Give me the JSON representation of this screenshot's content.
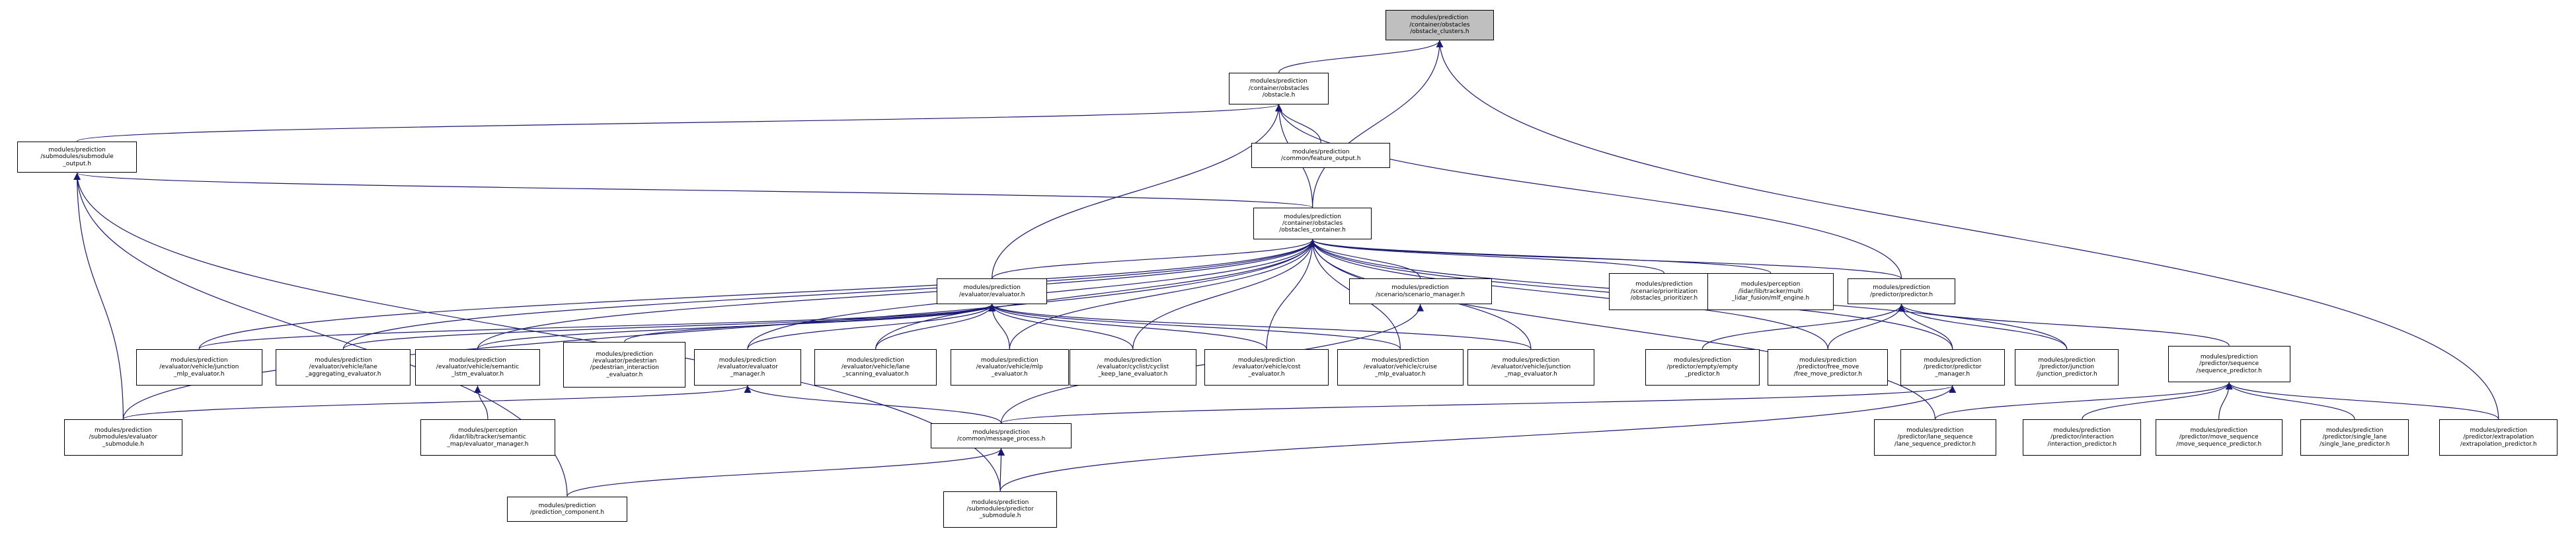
{
  "colors": {
    "edge": "#191970",
    "node_border": "#000000",
    "root_fill": "#bfbfbf",
    "node_fill": "#ffffff"
  },
  "nodes": {
    "root": [
      "modules/prediction",
      "/container/obstacles",
      "/obstacle_clusters.h"
    ],
    "obstacle": [
      "modules/prediction",
      "/container/obstacles",
      "/obstacle.h"
    ],
    "submodule_output": [
      "modules/prediction",
      "/submodules/submodule",
      "_output.h"
    ],
    "feature_output": [
      "modules/prediction",
      "/common/feature_output.h"
    ],
    "obstacles_container": [
      "modules/prediction",
      "/container/obstacles",
      "/obstacles_container.h"
    ],
    "evaluator": [
      "modules/prediction",
      "/evaluator/evaluator.h"
    ],
    "scenario_manager": [
      "modules/prediction",
      "/scenario/scenario_manager.h"
    ],
    "obstacles_prioritizer": [
      "modules/prediction",
      "/scenario/prioritization",
      "/obstacles_prioritizer.h"
    ],
    "mlf_engine": [
      "modules/perception",
      "/lidar/lib/tracker/multi",
      "_lidar_fusion/mlf_engine.h"
    ],
    "predictor": [
      "modules/prediction",
      "/predictor/predictor.h"
    ],
    "junction_mlp": [
      "modules/prediction",
      "/evaluator/vehicle/junction",
      "_mlp_evaluator.h"
    ],
    "lane_aggregating": [
      "modules/prediction",
      "/evaluator/vehicle/lane",
      "_aggregating_evaluator.h"
    ],
    "semantic_lstm": [
      "modules/prediction",
      "/evaluator/vehicle/semantic",
      "_lstm_evaluator.h"
    ],
    "pedestrian_interaction": [
      "modules/prediction",
      "/evaluator/pedestrian",
      "/pedestrian_interaction",
      "_evaluator.h"
    ],
    "evaluator_manager": [
      "modules/prediction",
      "/evaluator/evaluator",
      "_manager.h"
    ],
    "lane_scanning": [
      "modules/prediction",
      "/evaluator/vehicle/lane",
      "_scanning_evaluator.h"
    ],
    "mlp_evaluator": [
      "modules/prediction",
      "/evaluator/vehicle/mlp",
      "_evaluator.h"
    ],
    "cyclist_keep_lane": [
      "modules/prediction",
      "/evaluator/cyclist/cyclist",
      "_keep_lane_evaluator.h"
    ],
    "cost_evaluator": [
      "modules/prediction",
      "/evaluator/vehicle/cost",
      "_evaluator.h"
    ],
    "cruise_mlp": [
      "modules/prediction",
      "/evaluator/vehicle/cruise",
      "_mlp_evaluator.h"
    ],
    "junction_map": [
      "modules/prediction",
      "/evaluator/vehicle/junction",
      "_map_evaluator.h"
    ],
    "empty_predictor": [
      "modules/prediction",
      "/predictor/empty/empty",
      "_predictor.h"
    ],
    "free_move": [
      "modules/prediction",
      "/predictor/free_move",
      "/free_move_predictor.h"
    ],
    "predictor_manager": [
      "modules/prediction",
      "/predictor/predictor",
      "_manager.h"
    ],
    "junction_predictor": [
      "modules/prediction",
      "/predictor/junction",
      "/junction_predictor.h"
    ],
    "sequence_predictor": [
      "modules/prediction",
      "/predictor/sequence",
      "/sequence_predictor.h"
    ],
    "evaluator_submodule": [
      "modules/prediction",
      "/submodules/evaluator",
      "_submodule.h"
    ],
    "semantic_map_manager": [
      "modules/perception",
      "/lidar/lib/tracker/semantic",
      "_map/evaluator_manager.h"
    ],
    "message_process": [
      "modules/prediction",
      "/common/message_process.h"
    ],
    "lane_sequence": [
      "modules/prediction",
      "/predictor/lane_sequence",
      "/lane_sequence_predictor.h"
    ],
    "interaction": [
      "modules/prediction",
      "/predictor/interaction",
      "/interaction_predictor.h"
    ],
    "move_sequence": [
      "modules/prediction",
      "/predictor/move_sequence",
      "/move_sequence_predictor.h"
    ],
    "single_lane": [
      "modules/prediction",
      "/predictor/single_lane",
      "/single_lane_predictor.h"
    ],
    "extrapolation": [
      "modules/prediction",
      "/predictor/extrapolation",
      "/extrapolation_predictor.h"
    ],
    "prediction_component": [
      "modules/prediction",
      "/prediction_component.h"
    ],
    "predictor_submodule": [
      "modules/prediction",
      "/submodules/predictor",
      "_submodule.h"
    ]
  },
  "edges": [
    [
      "obstacle",
      "root"
    ],
    [
      "obstacles_container",
      "root"
    ],
    [
      "extrapolation",
      "root"
    ],
    [
      "submodule_output",
      "obstacle"
    ],
    [
      "feature_output",
      "obstacle"
    ],
    [
      "obstacles_container",
      "obstacle"
    ],
    [
      "evaluator",
      "obstacle"
    ],
    [
      "predictor",
      "obstacle"
    ],
    [
      "obstacles_container",
      "submodule_output"
    ],
    [
      "evaluator_submodule",
      "submodule_output"
    ],
    [
      "prediction_component",
      "submodule_output"
    ],
    [
      "predictor_submodule",
      "submodule_output"
    ],
    [
      "evaluator",
      "obstacles_container"
    ],
    [
      "scenario_manager",
      "obstacles_container"
    ],
    [
      "obstacles_prioritizer",
      "obstacles_container"
    ],
    [
      "mlf_engine",
      "obstacles_container"
    ],
    [
      "predictor",
      "obstacles_container"
    ],
    [
      "junction_mlp",
      "obstacles_container"
    ],
    [
      "lane_aggregating",
      "obstacles_container"
    ],
    [
      "semantic_lstm",
      "obstacles_container"
    ],
    [
      "evaluator_manager",
      "obstacles_container"
    ],
    [
      "lane_scanning",
      "obstacles_container"
    ],
    [
      "mlp_evaluator",
      "obstacles_container"
    ],
    [
      "cyclist_keep_lane",
      "obstacles_container"
    ],
    [
      "cost_evaluator",
      "obstacles_container"
    ],
    [
      "cruise_mlp",
      "obstacles_container"
    ],
    [
      "junction_map",
      "obstacles_container"
    ],
    [
      "free_move",
      "obstacles_container"
    ],
    [
      "predictor_manager",
      "obstacles_container"
    ],
    [
      "junction_predictor",
      "obstacles_container"
    ],
    [
      "lane_sequence",
      "obstacles_container"
    ],
    [
      "evaluator_submodule",
      "obstacles_container"
    ],
    [
      "junction_mlp",
      "evaluator"
    ],
    [
      "lane_aggregating",
      "evaluator"
    ],
    [
      "semantic_lstm",
      "evaluator"
    ],
    [
      "pedestrian_interaction",
      "evaluator"
    ],
    [
      "evaluator_manager",
      "evaluator"
    ],
    [
      "lane_scanning",
      "evaluator"
    ],
    [
      "mlp_evaluator",
      "evaluator"
    ],
    [
      "cyclist_keep_lane",
      "evaluator"
    ],
    [
      "cost_evaluator",
      "evaluator"
    ],
    [
      "cruise_mlp",
      "evaluator"
    ],
    [
      "junction_map",
      "evaluator"
    ],
    [
      "message_process",
      "scenario_manager"
    ],
    [
      "empty_predictor",
      "predictor"
    ],
    [
      "free_move",
      "predictor"
    ],
    [
      "predictor_manager",
      "predictor"
    ],
    [
      "junction_predictor",
      "predictor"
    ],
    [
      "sequence_predictor",
      "predictor"
    ],
    [
      "semantic_map_manager",
      "semantic_lstm"
    ],
    [
      "evaluator_submodule",
      "evaluator_manager"
    ],
    [
      "message_process",
      "evaluator_manager"
    ],
    [
      "message_process",
      "predictor_manager"
    ],
    [
      "predictor_submodule",
      "predictor_manager"
    ],
    [
      "lane_sequence",
      "sequence_predictor"
    ],
    [
      "interaction",
      "sequence_predictor"
    ],
    [
      "move_sequence",
      "sequence_predictor"
    ],
    [
      "single_lane",
      "sequence_predictor"
    ],
    [
      "extrapolation",
      "sequence_predictor"
    ],
    [
      "prediction_component",
      "message_process"
    ],
    [
      "predictor_submodule",
      "message_process"
    ]
  ]
}
